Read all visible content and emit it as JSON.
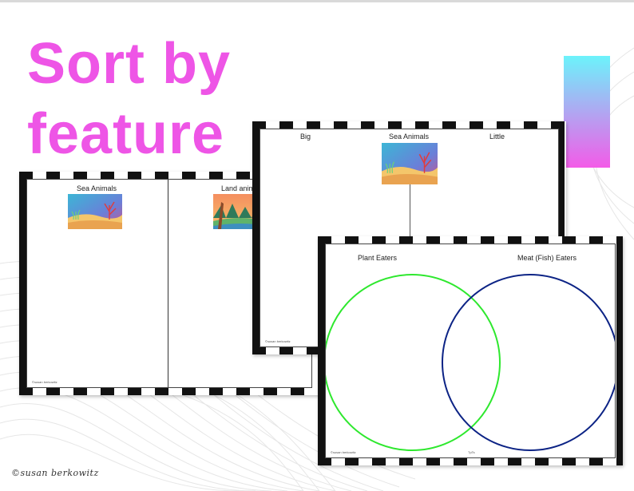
{
  "title": "Sort by\nfeature",
  "colors": {
    "title": "#ee55e6",
    "gradient_top": "#6cf3fb",
    "gradient_bottom": "#f35be8",
    "venn_left": "#2ee82e",
    "venn_right": "#0c2385"
  },
  "sheet_t_chart": {
    "left_header": "Sea Animals",
    "right_header": "Land anim",
    "left_picture": "sea-scene",
    "right_picture": "land-scene",
    "footer": "©susan berkowitz"
  },
  "sheet_big_little": {
    "left_header": "Big",
    "center_header": "Sea Animals",
    "right_header": "Little",
    "picture": "sea-scene",
    "footer": "©susan berkowitz"
  },
  "sheet_venn": {
    "left_label": "Plant Eaters",
    "right_label": "Meat (Fish) Eaters",
    "footer_left": "©susan berkowitz",
    "footer_center": "TpTs"
  },
  "credit": "©susan berkowitz"
}
